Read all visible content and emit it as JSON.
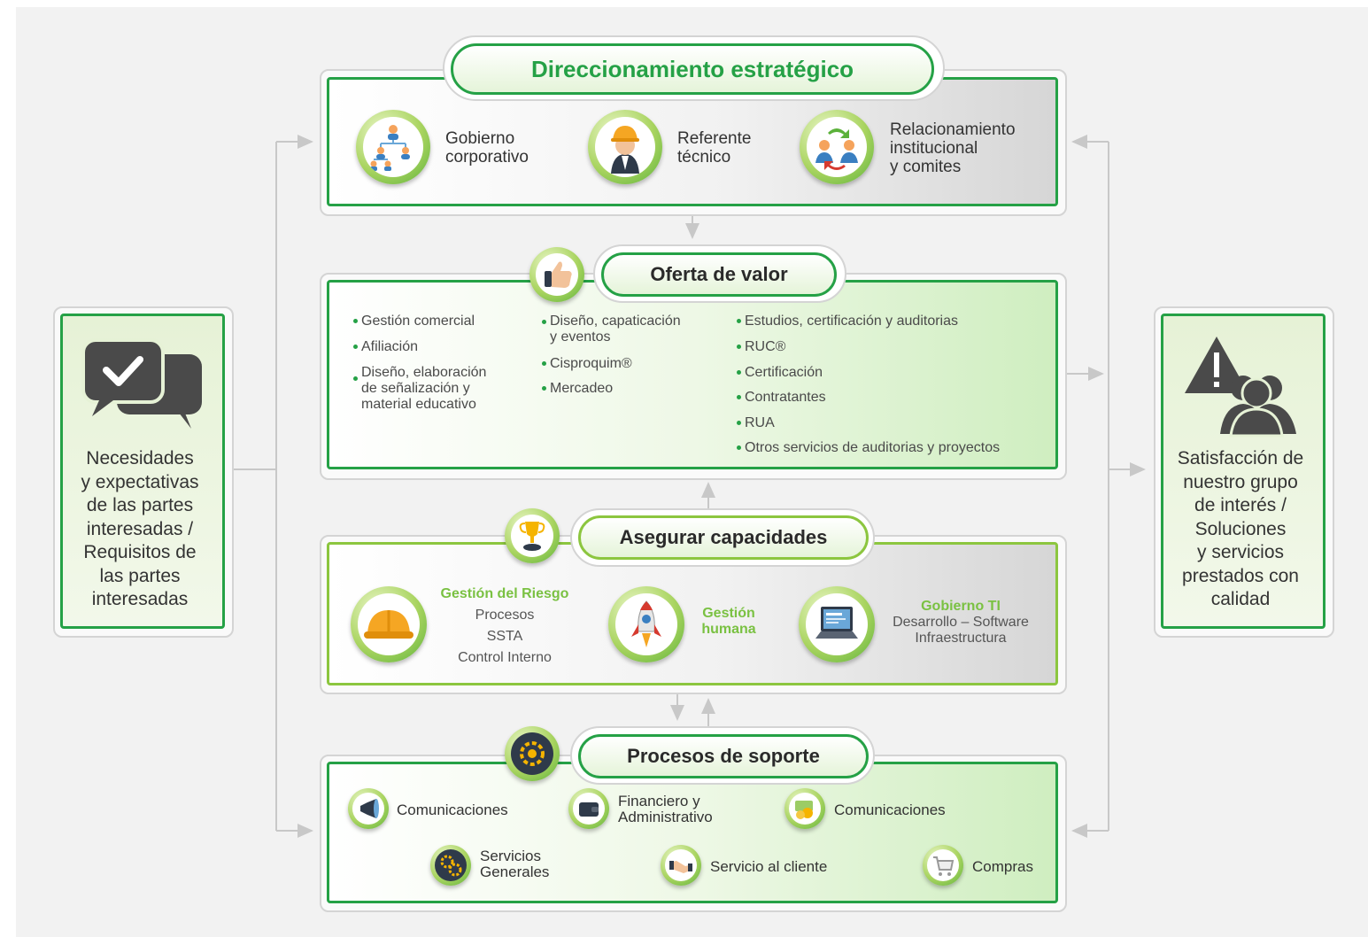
{
  "left_box": {
    "text": "Necesidades\ny expectativas\nde las  partes\ninteresadas /\nRequisitos de\nlas partes\ninteresadas",
    "icon": "chat-check-icon"
  },
  "right_box": {
    "text": "Satisfacción de\nnuestro grupo\nde interés /\nSoluciones\ny servicios\nprestados con\ncalidad",
    "icon": "warning-people-icon"
  },
  "direccionamiento": {
    "title": "Direccionamiento estratégico",
    "items": [
      {
        "label": "Gobierno\ncorporativo",
        "icon": "org-chart-icon"
      },
      {
        "label": "Referente\ntécnico",
        "icon": "engineer-icon"
      },
      {
        "label": "Relacionamiento\ninstitucional\ny comites",
        "icon": "people-exchange-icon"
      }
    ]
  },
  "oferta": {
    "title": "Oferta de valor",
    "icon": "thumbs-up-icon",
    "col1": [
      "Gestión comercial",
      "Afiliación",
      "Diseño, elaboración\nde señalización y\nmaterial educativo"
    ],
    "col2": [
      "Diseño, capaticación\ny eventos",
      "Cisproquim®",
      "Mercadeo"
    ],
    "col3": [
      "Estudios, certificación y auditorias",
      "RUC®",
      "Certificación",
      "Contratantes",
      "RUA",
      "Otros servicios de auditorias y proyectos"
    ]
  },
  "asegurar": {
    "title": "Asegurar capacidades",
    "icon": "trophy-icon",
    "items": [
      {
        "title": "Gestión del Riesgo",
        "lines": "Procesos\nSSTA\nControl Interno",
        "icon": "hard-hat-icon"
      },
      {
        "title": "Gestión\nhumana",
        "lines": "",
        "icon": "rocket-icon"
      },
      {
        "title": "Gobierno TI",
        "lines": "Desarrollo – Software\nInfraestructura",
        "icon": "laptop-icon"
      }
    ]
  },
  "soporte": {
    "title": "Procesos de soporte",
    "icon": "gear-icon",
    "row1": [
      {
        "label": "Comunicaciones",
        "icon": "megaphone-icon"
      },
      {
        "label": "Financiero y\nAdministrativo",
        "icon": "wallet-icon"
      },
      {
        "label": "Comunicaciones",
        "icon": "money-icon"
      }
    ],
    "row2": [
      {
        "label": "Servicios\nGenerales",
        "icon": "gears-icon"
      },
      {
        "label": "Servicio al cliente",
        "icon": "handshake-icon"
      },
      {
        "label": "Compras",
        "icon": "cart-icon"
      }
    ]
  },
  "colors": {
    "green": "#25a146",
    "lime": "#8cc63f",
    "dark": "#333333"
  }
}
